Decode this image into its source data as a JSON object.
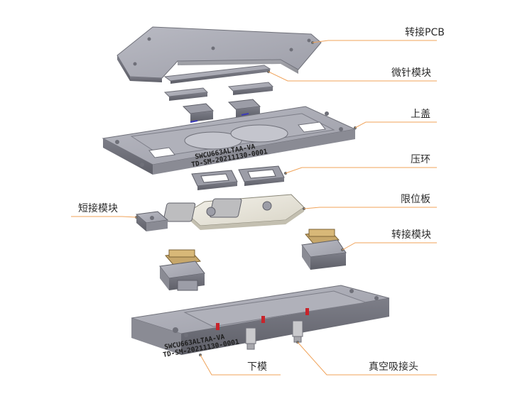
{
  "labels": {
    "adapter_pcb": "转接PCB",
    "micro_needle_module": "微针模块",
    "upper_cover": "上盖",
    "press_ring": "压环",
    "short_module": "短接模块",
    "limit_plate": "限位板",
    "adapter_module": "转接模块",
    "lower_mold": "下模",
    "vacuum_nozzle": "真空吸接头"
  },
  "engravings": {
    "upper_line1": "SWCU663ALTAA-VA",
    "upper_line2": "TD-SM-20211130-0001",
    "lower_line1": "SWCU663ALTAA-VA",
    "lower_line2": "TD-SM-20211130-0001"
  },
  "colors": {
    "leader_line": "#f0a35a",
    "part_gray": "#a3a4ad",
    "part_dark": "#6f7079",
    "limit_plate": "#e6e2d6",
    "pin_red": "#c8242b"
  }
}
